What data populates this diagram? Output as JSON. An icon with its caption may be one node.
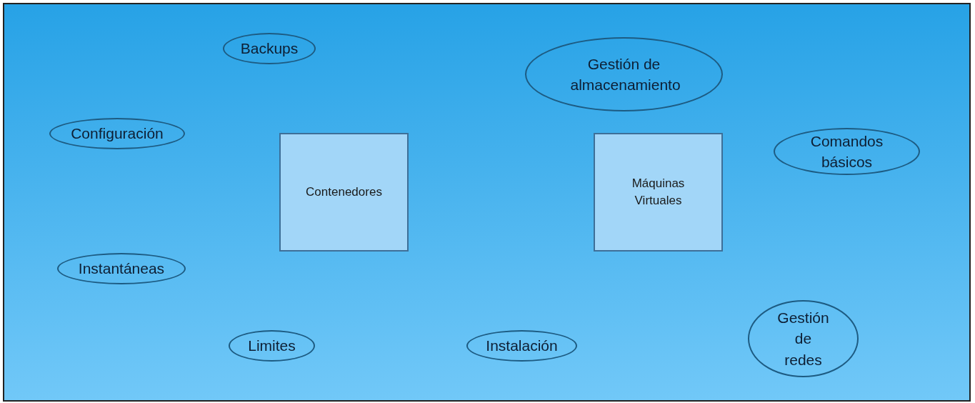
{
  "diagram": {
    "nodes": [
      {
        "text": [
          "Backups"
        ]
      },
      {
        "text": [
          "Gestión de almacenamiento"
        ]
      },
      {
        "text": [
          "Configuración"
        ]
      },
      {
        "text": [
          "Contenedores"
        ]
      },
      {
        "text": [
          "Máquinas Virtuales"
        ]
      },
      {
        "text": [
          "Comandos básicos"
        ]
      },
      {
        "text": [
          "Instantáneas"
        ]
      },
      {
        "text": [
          "Gestión de redes"
        ]
      },
      {
        "text": [
          "Limites"
        ]
      },
      {
        "text": [
          "Instalación"
        ]
      }
    ],
    "edges": []
  }
}
